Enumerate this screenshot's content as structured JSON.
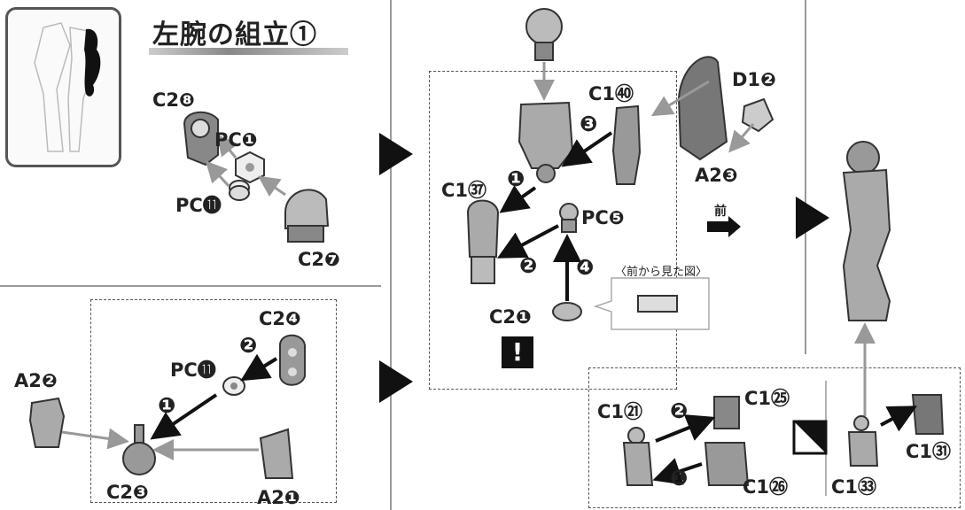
{
  "title": "左腕の組立①",
  "labels": {
    "c2_8": "C2❽",
    "pc_1": "PC❶",
    "pc_11a": "PC⓫",
    "c2_7": "C2❼",
    "c1_40": "C1㊵",
    "d1_2": "D1❷",
    "a2_3": "A2❸",
    "c1_37": "C1㊲",
    "pc_5": "PC❺",
    "c2_1": "C2❶",
    "c2_4": "C2❹",
    "pc_11b": "PC⓫",
    "a2_2": "A2❷",
    "c2_3": "C2❸",
    "a2_1": "A2❶",
    "c1_21": "C1㉑",
    "c1_25": "C1㉕",
    "c1_26": "C1㉖",
    "c1_33": "C1㉝",
    "c1_31": "C1㉛"
  },
  "notes": {
    "front_view": "〈前から見た図〉",
    "mae": "前",
    "warning": "!"
  },
  "steps": [
    "❶",
    "❷",
    "❸",
    "❹"
  ]
}
